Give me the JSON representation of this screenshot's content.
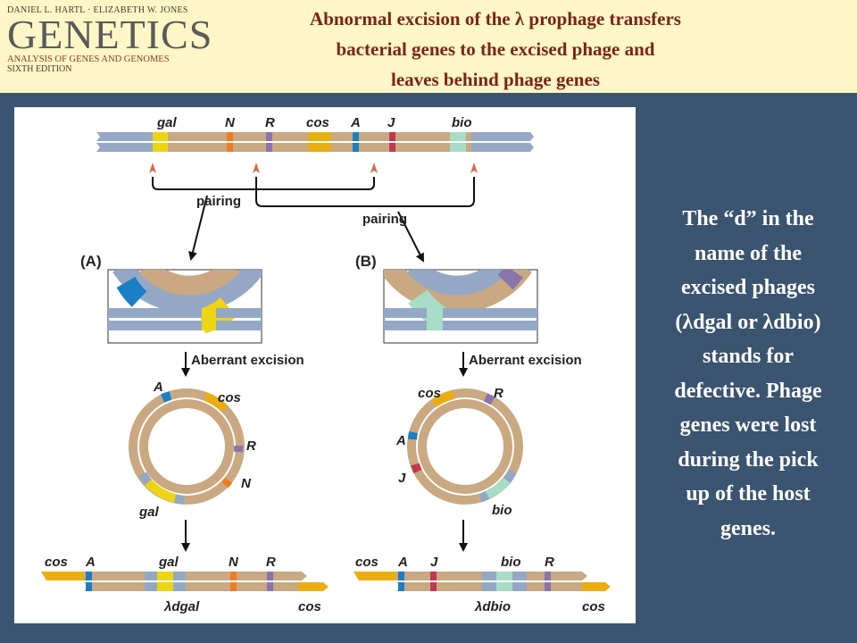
{
  "logo": {
    "authors": "DANIEL L. HARTL · ELIZABETH W. JONES",
    "name": "GENETICS",
    "subtitle": "ANALYSIS OF GENES AND GENOMES",
    "edition": "SIXTH EDITION"
  },
  "title": {
    "line1": "Abnormal excision of the λ prophage transfers",
    "line2": "bacterial genes to the excised phage and",
    "line3": "leaves behind phage genes"
  },
  "caption": {
    "lines": [
      "The “d” in the",
      "name of the",
      "excised phages",
      "(λdgal or λdbio)",
      "stands for",
      "defective. Phage",
      "genes were lost",
      "during the pick",
      "up of the host",
      "genes."
    ]
  },
  "diagram": {
    "top_genes": [
      "gal",
      "N",
      "R",
      "cos",
      "A",
      "J",
      "bio"
    ],
    "pairing_label": "pairing",
    "panel_a": "(A)",
    "panel_b": "(B)",
    "step_label": "Aberrant excision",
    "circle_a": [
      "A",
      "cos",
      "R",
      "N",
      "gal"
    ],
    "circle_b": [
      "cos",
      "R",
      "A",
      "J",
      "bio"
    ],
    "bottom_a": [
      "cos",
      "A",
      "gal",
      "N",
      "R",
      "cos"
    ],
    "bottom_a_name": "λdgal",
    "bottom_b": [
      "cos",
      "A",
      "J",
      "bio",
      "R",
      "cos"
    ],
    "bottom_b_name": "λdbio"
  },
  "colors": {
    "bacterial": "#94a8c6",
    "phage": "#c9a882",
    "gal": "#eed514",
    "bio": "#a7dcc6",
    "cos": "#ebae12",
    "A": "#1a7fc4",
    "N": "#f07c22",
    "R": "#8a74ad",
    "J": "#c2384e",
    "arrowhead": "#d9694a"
  }
}
